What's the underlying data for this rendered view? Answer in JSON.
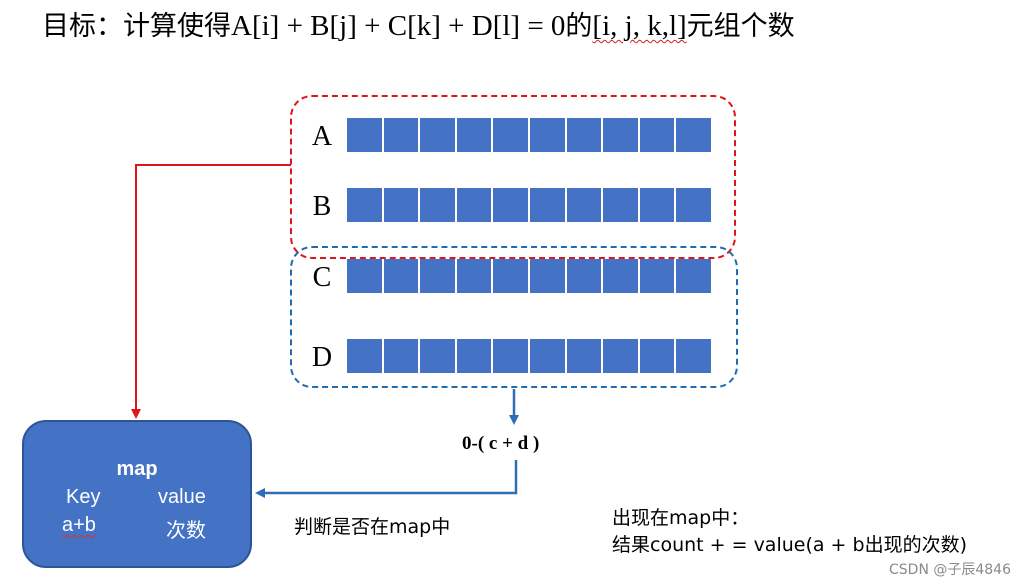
{
  "title": {
    "prefix": "目标：计算使得",
    "equation": "A[i] + B[j] + C[k] + D[l] = 0",
    "middle": "的",
    "tuple": "[i, j, k,l]",
    "suffix": "元组个数"
  },
  "arrays": {
    "cells_per_array": 10,
    "cell_color": "#4472c4",
    "labels": {
      "a": "A",
      "b": "B",
      "c": "C",
      "d": "D"
    }
  },
  "groups": {
    "ab_border_color": "#e0151b",
    "cd_border_color": "#1f6cb0"
  },
  "formula": "0-( c + d )",
  "map": {
    "title": "map",
    "key_header": "Key",
    "value_header": "value",
    "key": "a+b",
    "value": "次数",
    "fill_color": "#4472c4"
  },
  "judge_label": "判断是否在map中",
  "note": {
    "line1": "出现在map中：",
    "line2": "结果count + = value(a + b出现的次数)"
  },
  "watermark": "CSDN @子辰4846"
}
